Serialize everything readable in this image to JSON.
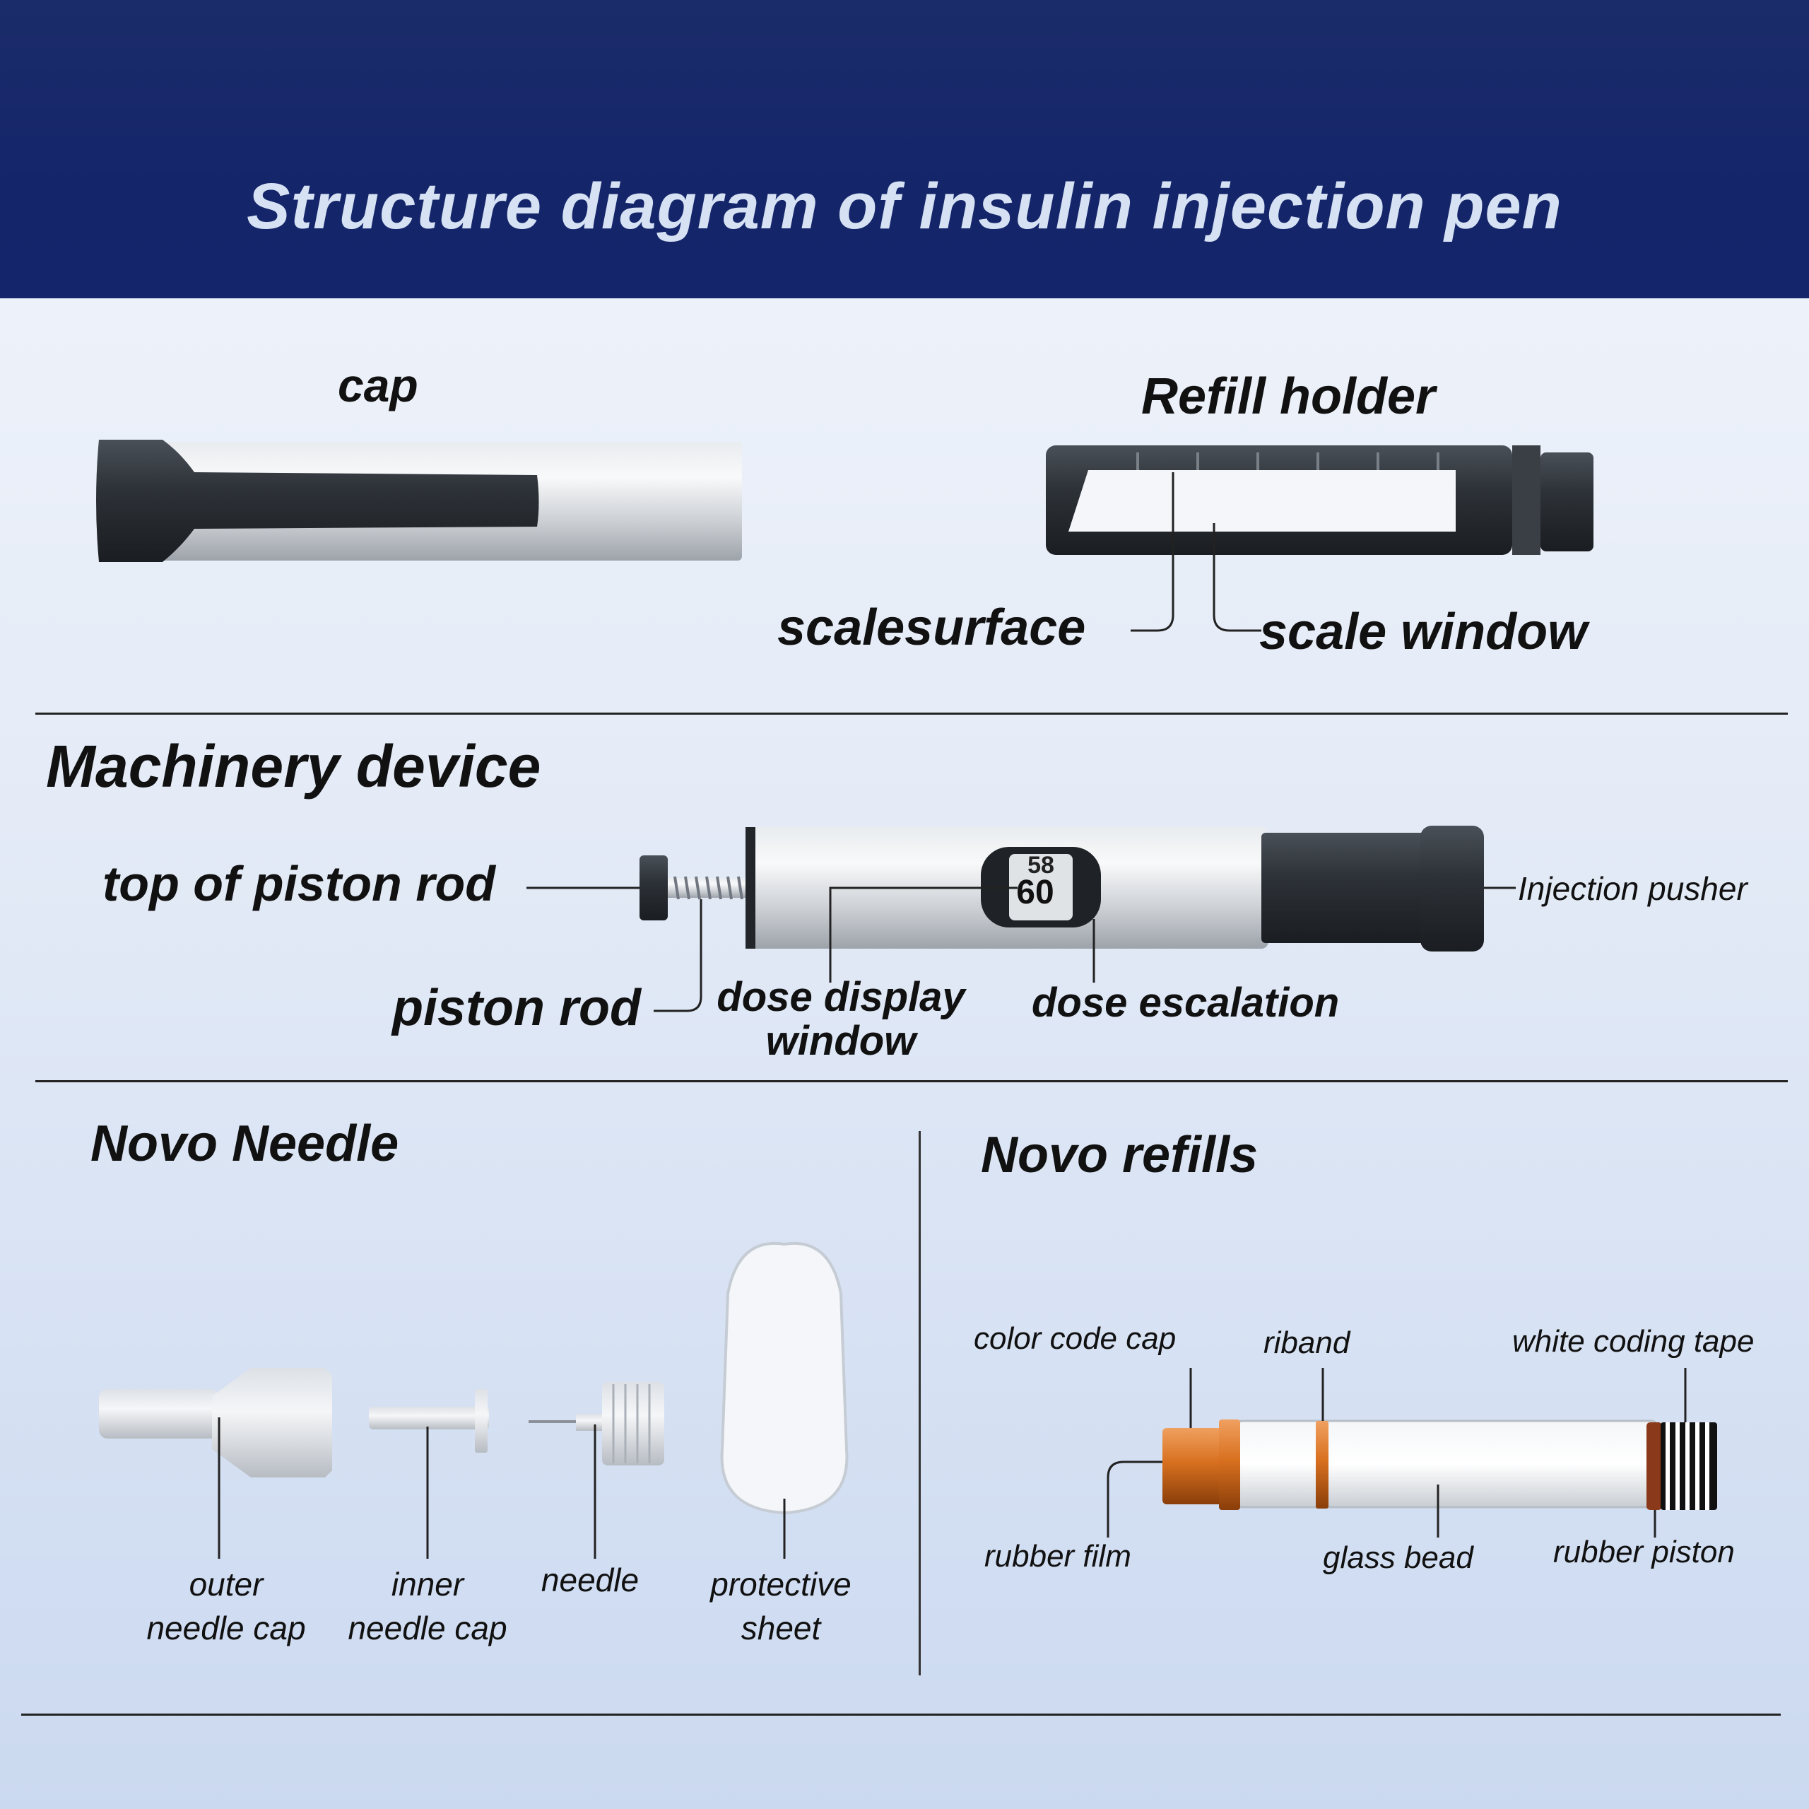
{
  "title": "Structure diagram of insulin injection pen",
  "top_section": {
    "cap_label": "cap",
    "refill_holder_label": "Refill holder",
    "scalesurface_label": "scalesurface",
    "scale_window_label": "scale window"
  },
  "machinery": {
    "heading": "Machinery device",
    "top_of_piston_rod": "top of piston rod",
    "piston_rod": "piston rod",
    "dose_display_window_line1": "dose display",
    "dose_display_window_line2": "window",
    "dose_escalation": "dose escalation",
    "injection_pusher": "Injection pusher",
    "display_top_number": "58",
    "display_number": "60"
  },
  "needle": {
    "heading": "Novo Needle",
    "outer_cap_line1": "outer",
    "outer_cap_line2": "needle cap",
    "inner_cap_line1": "inner",
    "inner_cap_line2": "needle cap",
    "needle_label": "needle",
    "protective_line1": "protective",
    "protective_line2": "sheet"
  },
  "refills": {
    "heading": "Novo refills",
    "color_code_cap": "color code cap",
    "riband": "riband",
    "white_coding_tape": "white coding tape",
    "rubber_film": "rubber film",
    "glass_bead": "glass bead",
    "rubber_piston": "rubber piston"
  },
  "colors": {
    "header_bg": "#15256a",
    "header_text": "#d6e2f4",
    "refill_orange": "#d8701f",
    "pen_dark": "#2a2f36"
  }
}
